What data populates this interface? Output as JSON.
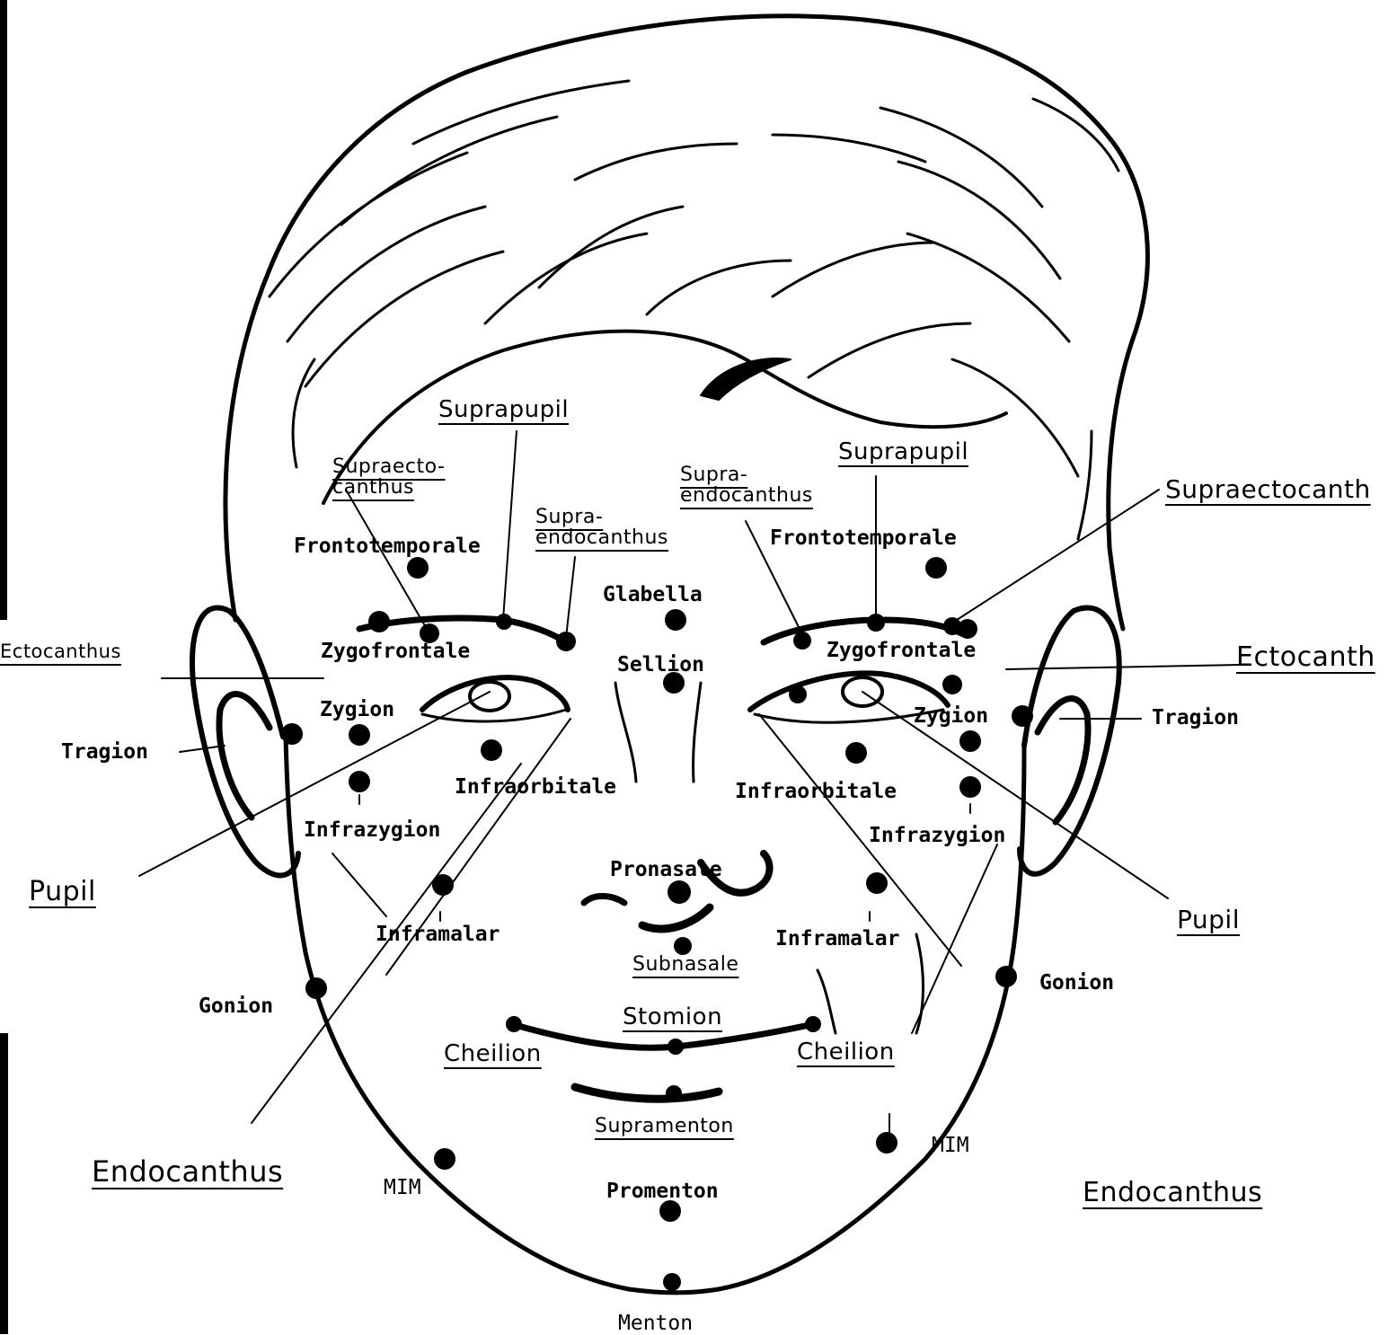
{
  "colors": {
    "ink": "#000000",
    "paper": "#ffffff"
  },
  "labels": {
    "supraectocanthus_left": "Supraecto-\ncanthus",
    "suprapupil_left": "Suprapupil",
    "supraendocanthus_left": "Supra-\nendocanthus",
    "supraendocanthus_right": "Supra-\nendocanthus",
    "suprapupil_right": "Suprapupil",
    "supraectocanthus_right": "Supraectocanth",
    "frontotemporale_left": "Frontotemporale",
    "frontotemporale_right": "Frontotemporale",
    "glabella": "Glabella",
    "sellion": "Sellion",
    "zygofrontale_left": "Zygofrontale",
    "zygofrontale_right": "Zygofrontale",
    "ectocanthus_left": "Ectocanthus",
    "ectocanthus_right": "Ectocanth",
    "zygion_left": "Zygion",
    "zygion_right": "Zygion",
    "tragion_left": "Tragion",
    "tragion_right": "Tragion",
    "infraorbitale_left": "Infraorbitale",
    "infraorbitale_right": "Infraorbitale",
    "infrazygion_left": "Infrazygion",
    "infrazygion_right": "Infrazygion",
    "pupil_left": "Pupil",
    "pupil_right": "Pupil",
    "pronasale": "Pronasale",
    "inframalar_left": "Inframalar",
    "inframalar_right": "Inframalar",
    "subnasale": "Subnasale",
    "gonion_left": "Gonion",
    "gonion_right": "Gonion",
    "stomion": "Stomion",
    "cheilion_left": "Cheilion",
    "cheilion_right": "Cheilion",
    "supramenton": "Supramenton",
    "endocanthus_left": "Endocanthus",
    "endocanthus_right": "Endocanthus",
    "mim_left": "MIM",
    "mim_right": "MIM",
    "promenton": "Promenton",
    "menton": "Menton"
  }
}
